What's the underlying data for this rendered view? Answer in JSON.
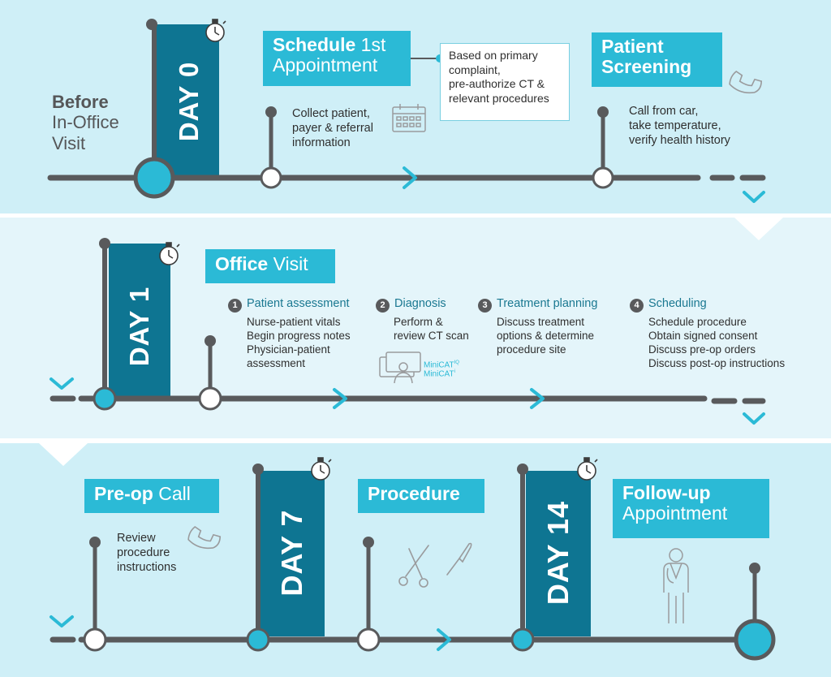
{
  "colors": {
    "band1_bg": "#cfeff7",
    "band2_bg": "#e4f5fa",
    "band3_bg": "#cfeff7",
    "accent": "#2bbad6",
    "day_block": "#0e7592",
    "line": "#595a5c",
    "text": "#2f2f2f"
  },
  "icons": [
    "stopwatch-icon",
    "calendar-icon",
    "phone-icon",
    "ct-scanner-icon",
    "scissors-icon",
    "scalpel-icon",
    "doctor-icon",
    "chevron-right-icon",
    "chevron-down-icon"
  ],
  "before": {
    "bold": "Before",
    "line2": "In-Office",
    "line3": "Visit"
  },
  "days": {
    "d0": "DAY 0",
    "d1": "DAY 1",
    "d7": "DAY 7",
    "d14": "DAY 14"
  },
  "schedule": {
    "bold": "Schedule",
    "rest1": " 1st",
    "line2": "Appointment",
    "text": "Collect patient,\npayer & referral\ninformation"
  },
  "callout": {
    "text": "Based on primary\ncomplaint,\npre-authorize CT &\nrelevant procedures"
  },
  "screening": {
    "line1": "Patient",
    "line2": "Screening",
    "text": "Call from car,\ntake temperature,\nverify health history"
  },
  "office": {
    "bold": "Office",
    "rest": " Visit",
    "steps": [
      {
        "num": "1",
        "title": "Patient assessment",
        "text": "Nurse-patient vitals\nBegin progress notes\nPhysician-patient\nassessment"
      },
      {
        "num": "2",
        "title": "Diagnosis",
        "text": "Perform &\nreview CT scan"
      },
      {
        "num": "3",
        "title": "Treatment planning",
        "text": "Discuss treatment\noptions & determine\nprocedure site"
      },
      {
        "num": "4",
        "title": "Scheduling",
        "text": "Schedule procedure\nObtain signed consent\nDiscuss pre-op orders\nDiscuss post-op instructions"
      }
    ],
    "minicat": {
      "name1": "MiniCAT",
      "sup1": "IQ",
      "name2": "MiniCAT",
      "sup2": "i"
    }
  },
  "preop": {
    "bold": "Pre-op",
    "rest": " Call",
    "text": "Review\nprocedure\ninstructions"
  },
  "procedure": {
    "label": "Procedure"
  },
  "followup": {
    "bold": "Follow-up",
    "line2": "Appointment"
  }
}
